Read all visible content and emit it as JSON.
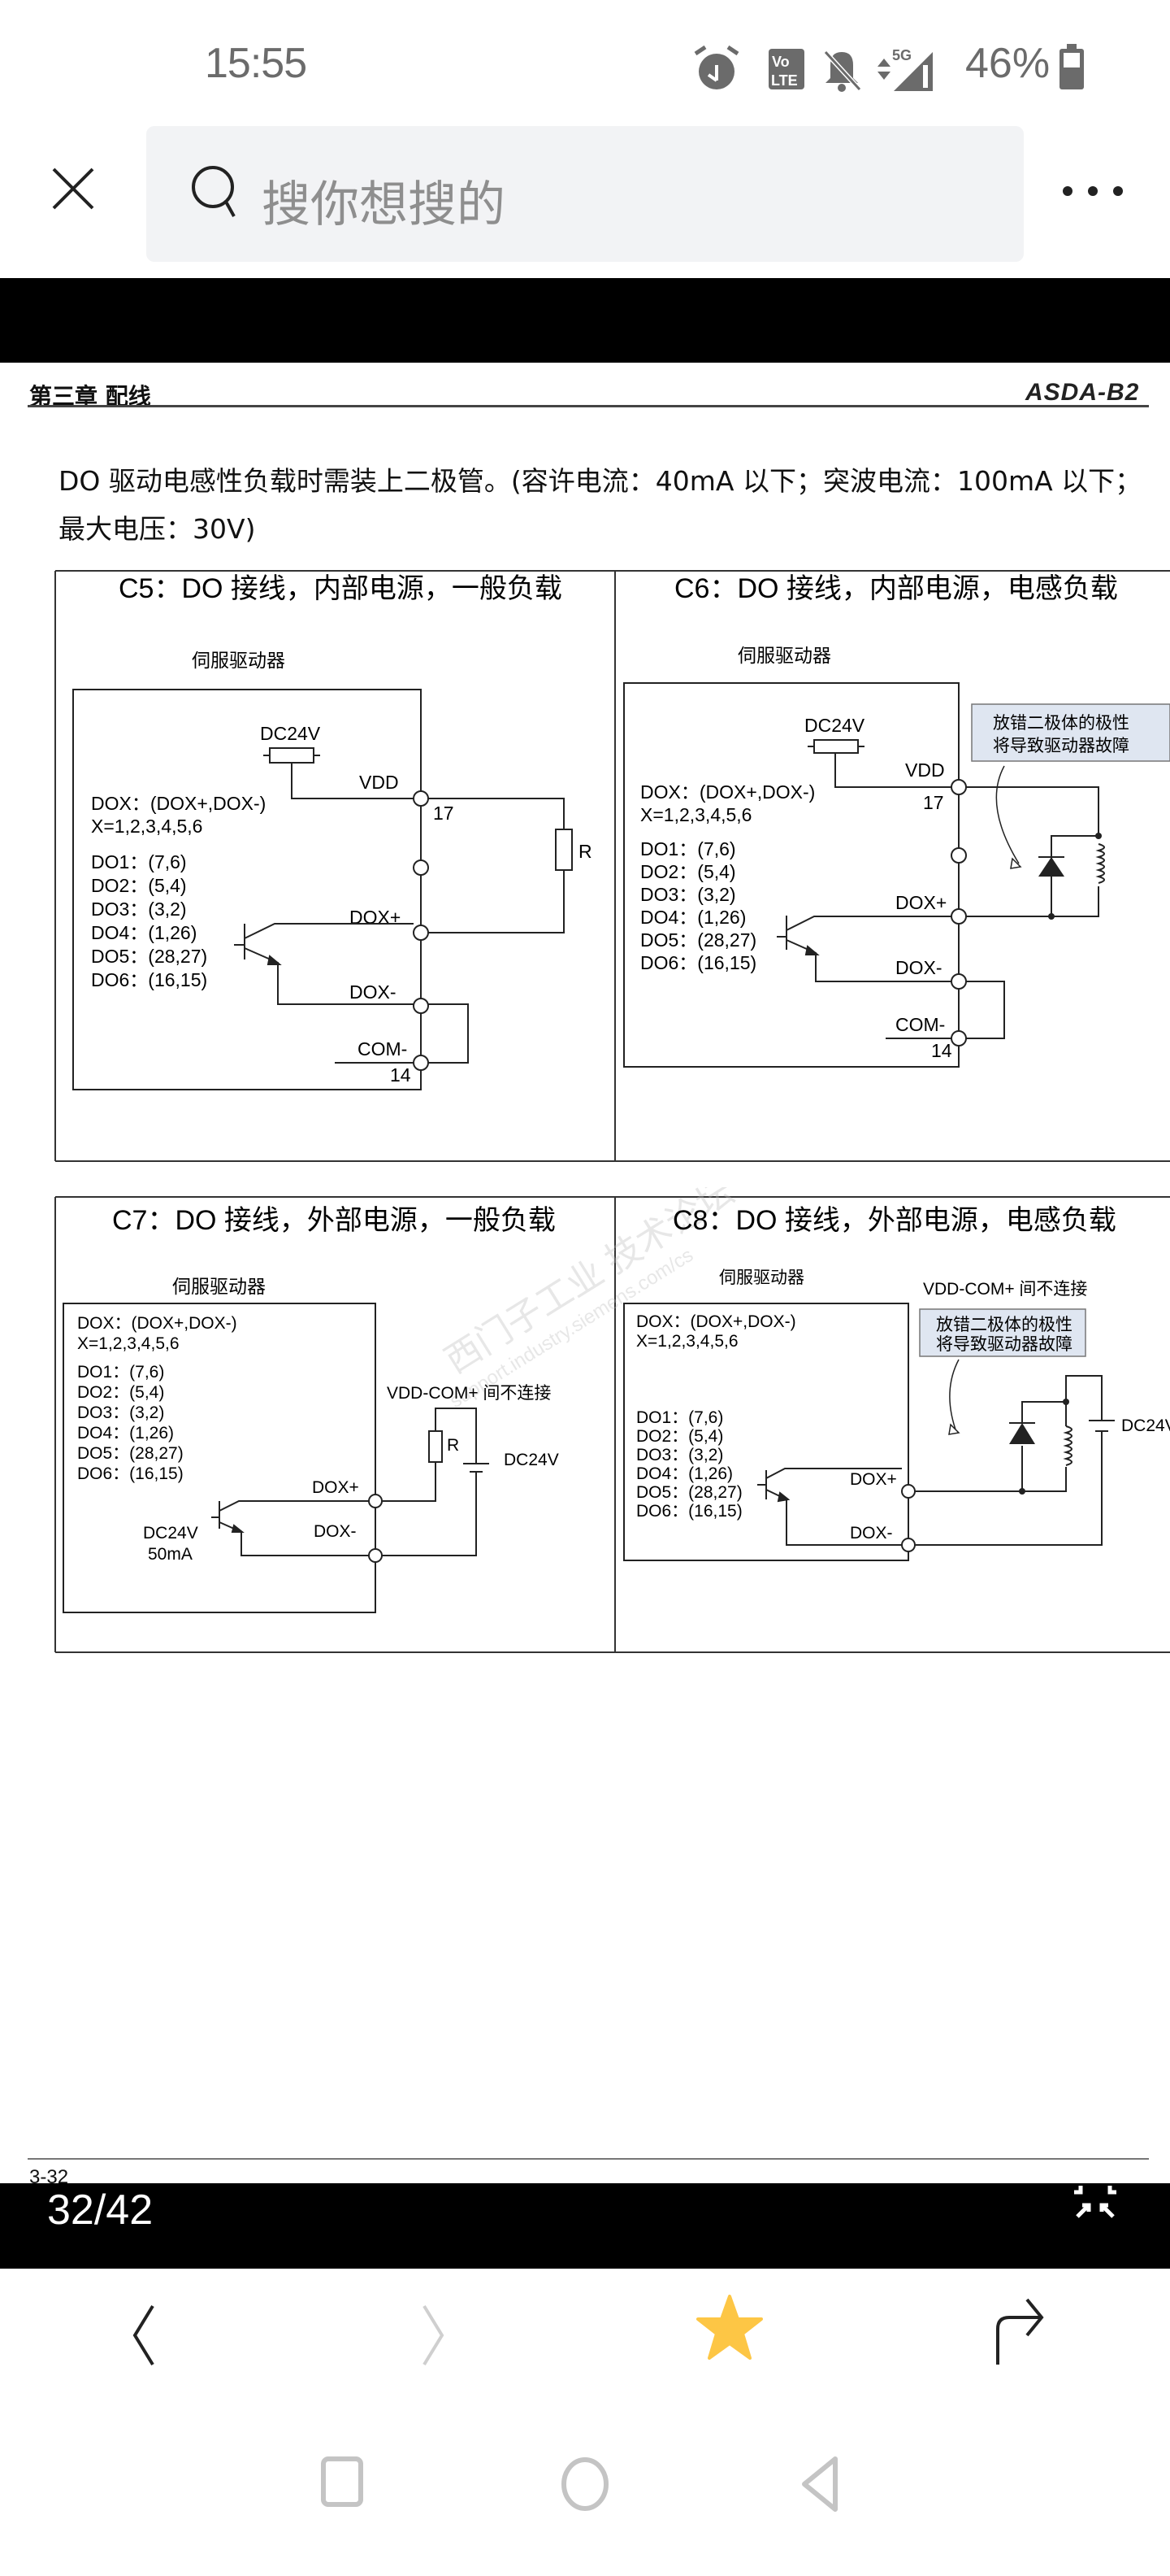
{
  "status_bar": {
    "time": "15:55",
    "battery_percent": "46%",
    "icons": [
      "alarm-icon",
      "volte-icon",
      "bell-muted-icon",
      "data-arrows-icon",
      "signal-5g-icon",
      "battery-icon"
    ],
    "network": "5G",
    "volte_top": "Vo",
    "volte_bottom": "LTE"
  },
  "search": {
    "placeholder": "搜你想搜的"
  },
  "viewer": {
    "page_counter": "32/42",
    "current_page": 32,
    "total_pages": 42
  },
  "document": {
    "chapter": "第三章 配线",
    "brand": "ASDA-B2",
    "paragraph_line1": "DO 驱动电感性负载时需装上二极管。(容许电流：40mA 以下；突波电流：100mA 以下；",
    "paragraph_line2": "最大电压：30V)",
    "page_number": "3-32",
    "watermark_cn": "西门子工业 技术论坛",
    "watermark_en": "support.industry.siemens.com/cs",
    "common": {
      "servo_drive": "伺服驱动器",
      "dox_def": "DOX：(DOX+,DOX-)",
      "x_def": "X=1,2,3,4,5,6",
      "do_pins": [
        "DO1：(7,6)",
        "DO2：(5,4)",
        "DO3：(3,2)",
        "DO4：(1,26)",
        "DO5：(28,27)",
        "DO6：(16,15)"
      ],
      "dc24v": "DC24V",
      "vdd": "VDD",
      "pin17": "17",
      "dox_plus": "DOX+",
      "dox_minus": "DOX-",
      "com_minus": "COM-",
      "pin14": "14",
      "resistor": "R",
      "warning_line1": "放错二极体的极性",
      "warning_line2": "将导致驱动器故障",
      "no_connect": "VDD-COM+ 间不连接",
      "current_50ma": "50mA"
    },
    "diagrams": [
      {
        "id": "C5",
        "title": "C5：DO 接线，内部电源，一般负载"
      },
      {
        "id": "C6",
        "title": "C6：DO 接线，内部电源，电感负载"
      },
      {
        "id": "C7",
        "title": "C7：DO 接线，外部电源，一般负载"
      },
      {
        "id": "C8",
        "title": "C8：DO 接线，外部电源，电感负载"
      }
    ]
  },
  "bottom_nav": {
    "back": "chevron-left-icon",
    "forward": "chevron-right-icon",
    "favorite": "star-icon",
    "share": "share-arrow-icon",
    "star_color": "#fdc645"
  },
  "system_nav": [
    "recents-icon",
    "home-icon",
    "back-icon"
  ],
  "colors": {
    "search_bg": "#f2f3f5",
    "warning_box_bg": "#dfe6f1",
    "status_gray": "#6b6b6b"
  }
}
